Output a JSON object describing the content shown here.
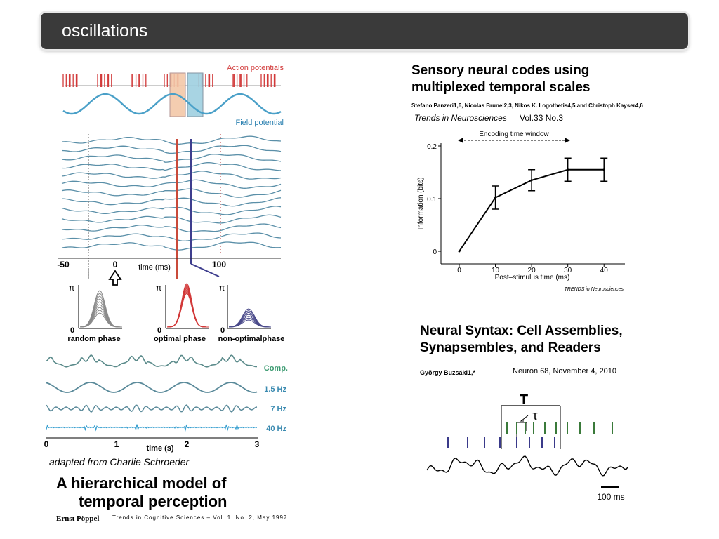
{
  "slide": {
    "title": "oscillations"
  },
  "left_figure": {
    "action_potentials_label": "Action potentials",
    "field_potential_label": "Field potential",
    "time_axis": {
      "ticks": [
        "-50",
        "0",
        "100"
      ],
      "label": "time (ms)"
    },
    "phase_plots": [
      {
        "ymax": "π",
        "ymin": "0",
        "label": "random phase"
      },
      {
        "ymax": "π",
        "ymin": "0",
        "label": "optimal phase"
      },
      {
        "ymax": "π",
        "ymin": "0",
        "label": "non-optimalphase"
      }
    ],
    "bottom_traces": [
      "Comp.",
      "1.5 Hz",
      "7 Hz",
      "40 Hz"
    ],
    "time_s_axis": {
      "ticks": [
        "0",
        "1",
        "2",
        "3"
      ],
      "label": "time (s)"
    },
    "adapted_from": "adapted from Charlie Schroeder",
    "paper_title_line1": "A hierarchical model of",
    "paper_title_line2": "temporal perception",
    "paper_author": "Ernst Pöppel",
    "paper_citation": "Trends in Cognitive Sciences – Vol. 1, No. 2,  May 1997",
    "colors": {
      "red": "#d23a3a",
      "blue_shade": "#9fd0e0",
      "orange_shade": "#f3c8a8",
      "trace": "#5a8fa8",
      "dark": "#4a4a8a"
    }
  },
  "right_top": {
    "title_line1": "Sensory neural codes using",
    "title_line2": "multiplexed temporal scales",
    "authors": "Stefano Panzeri1,6, Nicolas Brunel2,3, Nikos K. Logothetis4,5 and Christoph Kayser4,6",
    "journal": "Trends in Neurosciences",
    "volume": "Vol.33 No.3",
    "encoding_label": "Encoding time window",
    "chart_credit": "TRENDS in Neurosciences"
  },
  "chart_data": {
    "type": "line",
    "x": [
      0,
      10,
      20,
      30,
      40
    ],
    "series": [
      {
        "values": [
          0,
          0.102,
          0.135,
          0.155,
          0.155
        ],
        "errors": [
          0,
          0.022,
          0.02,
          0.022,
          0.022
        ]
      }
    ],
    "xlabel": "Post–stimulus time (ms)",
    "ylabel": "Information (bits)",
    "xticks": [
      "0",
      "10",
      "20",
      "30",
      "40"
    ],
    "yticks": [
      "0",
      "0.1",
      "0.2"
    ],
    "xlim": [
      0,
      45
    ],
    "ylim": [
      0,
      0.2
    ]
  },
  "right_bottom": {
    "title_line1": "Neural Syntax: Cell Assemblies,",
    "title_line2": "Synapsembles, and Readers",
    "author": "György Buzsáki1,*",
    "journal": "Neuron 68, November 4, 2010",
    "big_t": "T",
    "small_tau": "τ",
    "scale_label": "100 ms"
  }
}
